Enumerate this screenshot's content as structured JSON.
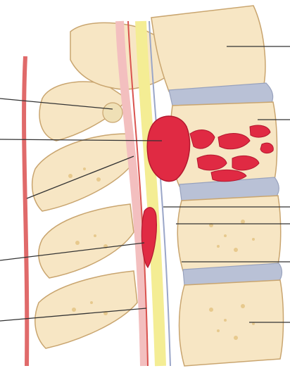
{
  "figure": {
    "labels_printed": []
  },
  "colors": {
    "bone": "#f7e6c4",
    "bone_outline": "#c9a56f",
    "bone_spot": "#e7c98d",
    "disc": "#b9c1d6",
    "disc_shadow": "#98a2bd",
    "tumor": "#e02a43",
    "tumor_dark": "#b3182f",
    "cord_yellow": "#f4ed94",
    "dura": "#f3bfbf",
    "vessel": "#d9534f",
    "leader": "#333333"
  },
  "leader_lines": {
    "left": [
      "leader-left-1",
      "leader-left-2",
      "leader-left-3",
      "leader-left-4",
      "leader-left-5"
    ],
    "right": [
      "leader-right-1",
      "leader-right-2",
      "leader-right-3",
      "leader-right-4",
      "leader-right-5",
      "leader-right-6"
    ]
  }
}
